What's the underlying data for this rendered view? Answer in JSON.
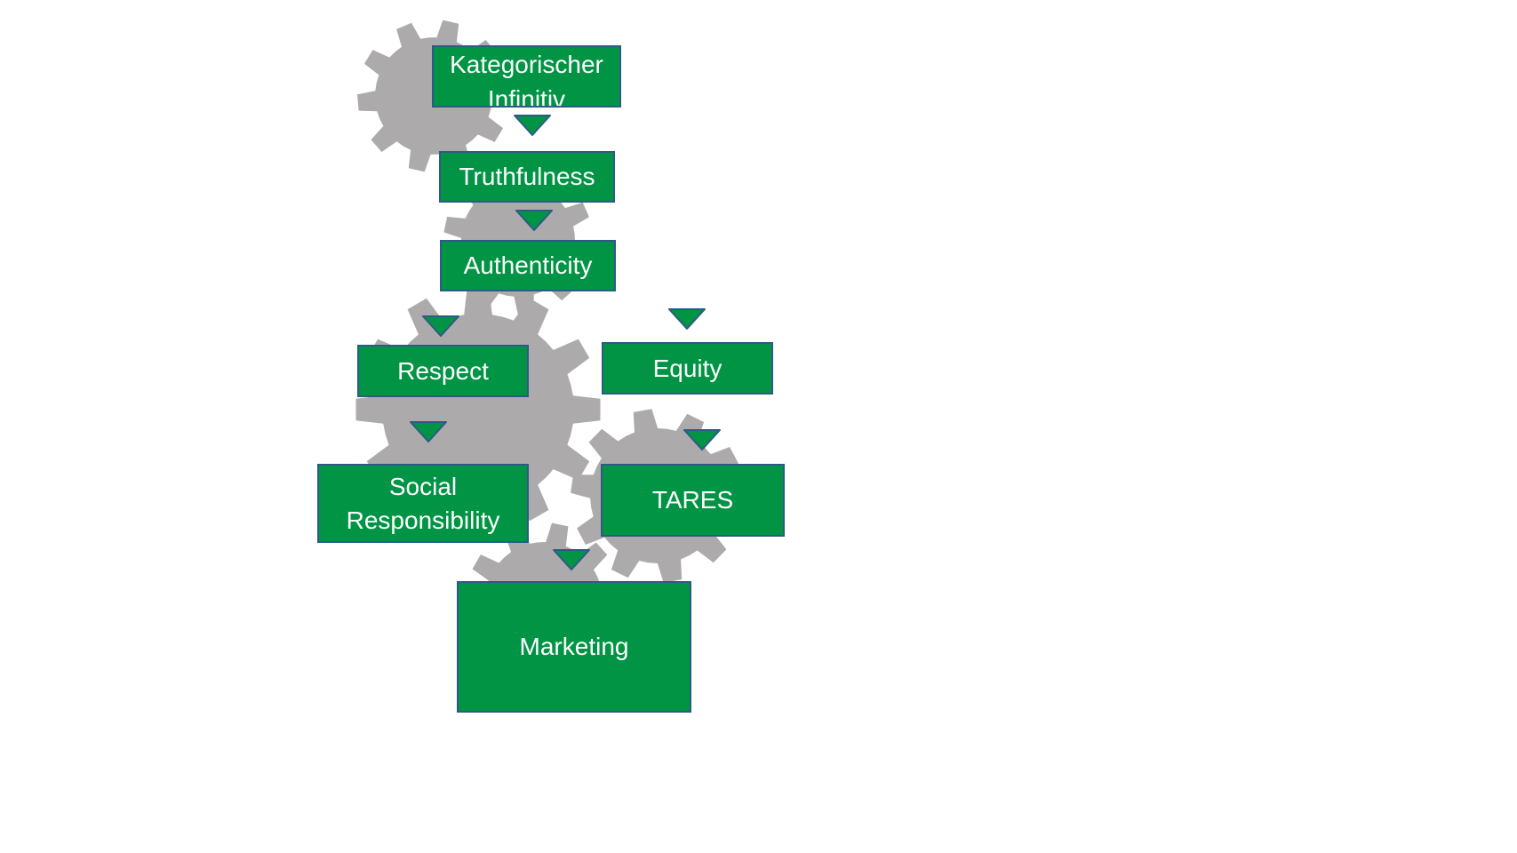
{
  "colors": {
    "box_fill": "#009444",
    "box_border": "#2e5a87",
    "box_text": "#ffffff",
    "gear": "#adaaab",
    "arrow_fill": "#009444",
    "arrow_border": "#2e5a87"
  },
  "nodes": {
    "kategorischer_infinitiv": "Kategorischer\nInfinitiv",
    "truthfulness": "Truthfulness",
    "authenticity": "Authenticity",
    "respect": "Respect",
    "equity": "Equity",
    "social_responsibility": "Social\nResponsibility",
    "tares": "TARES",
    "marketing": "Marketing"
  },
  "edges": [
    [
      "kategorischer_infinitiv",
      "truthfulness"
    ],
    [
      "truthfulness",
      "authenticity"
    ],
    [
      "authenticity",
      "respect"
    ],
    [
      "respect",
      "social_responsibility"
    ],
    [
      "equity",
      "tares"
    ],
    [
      "tares",
      "marketing"
    ]
  ]
}
